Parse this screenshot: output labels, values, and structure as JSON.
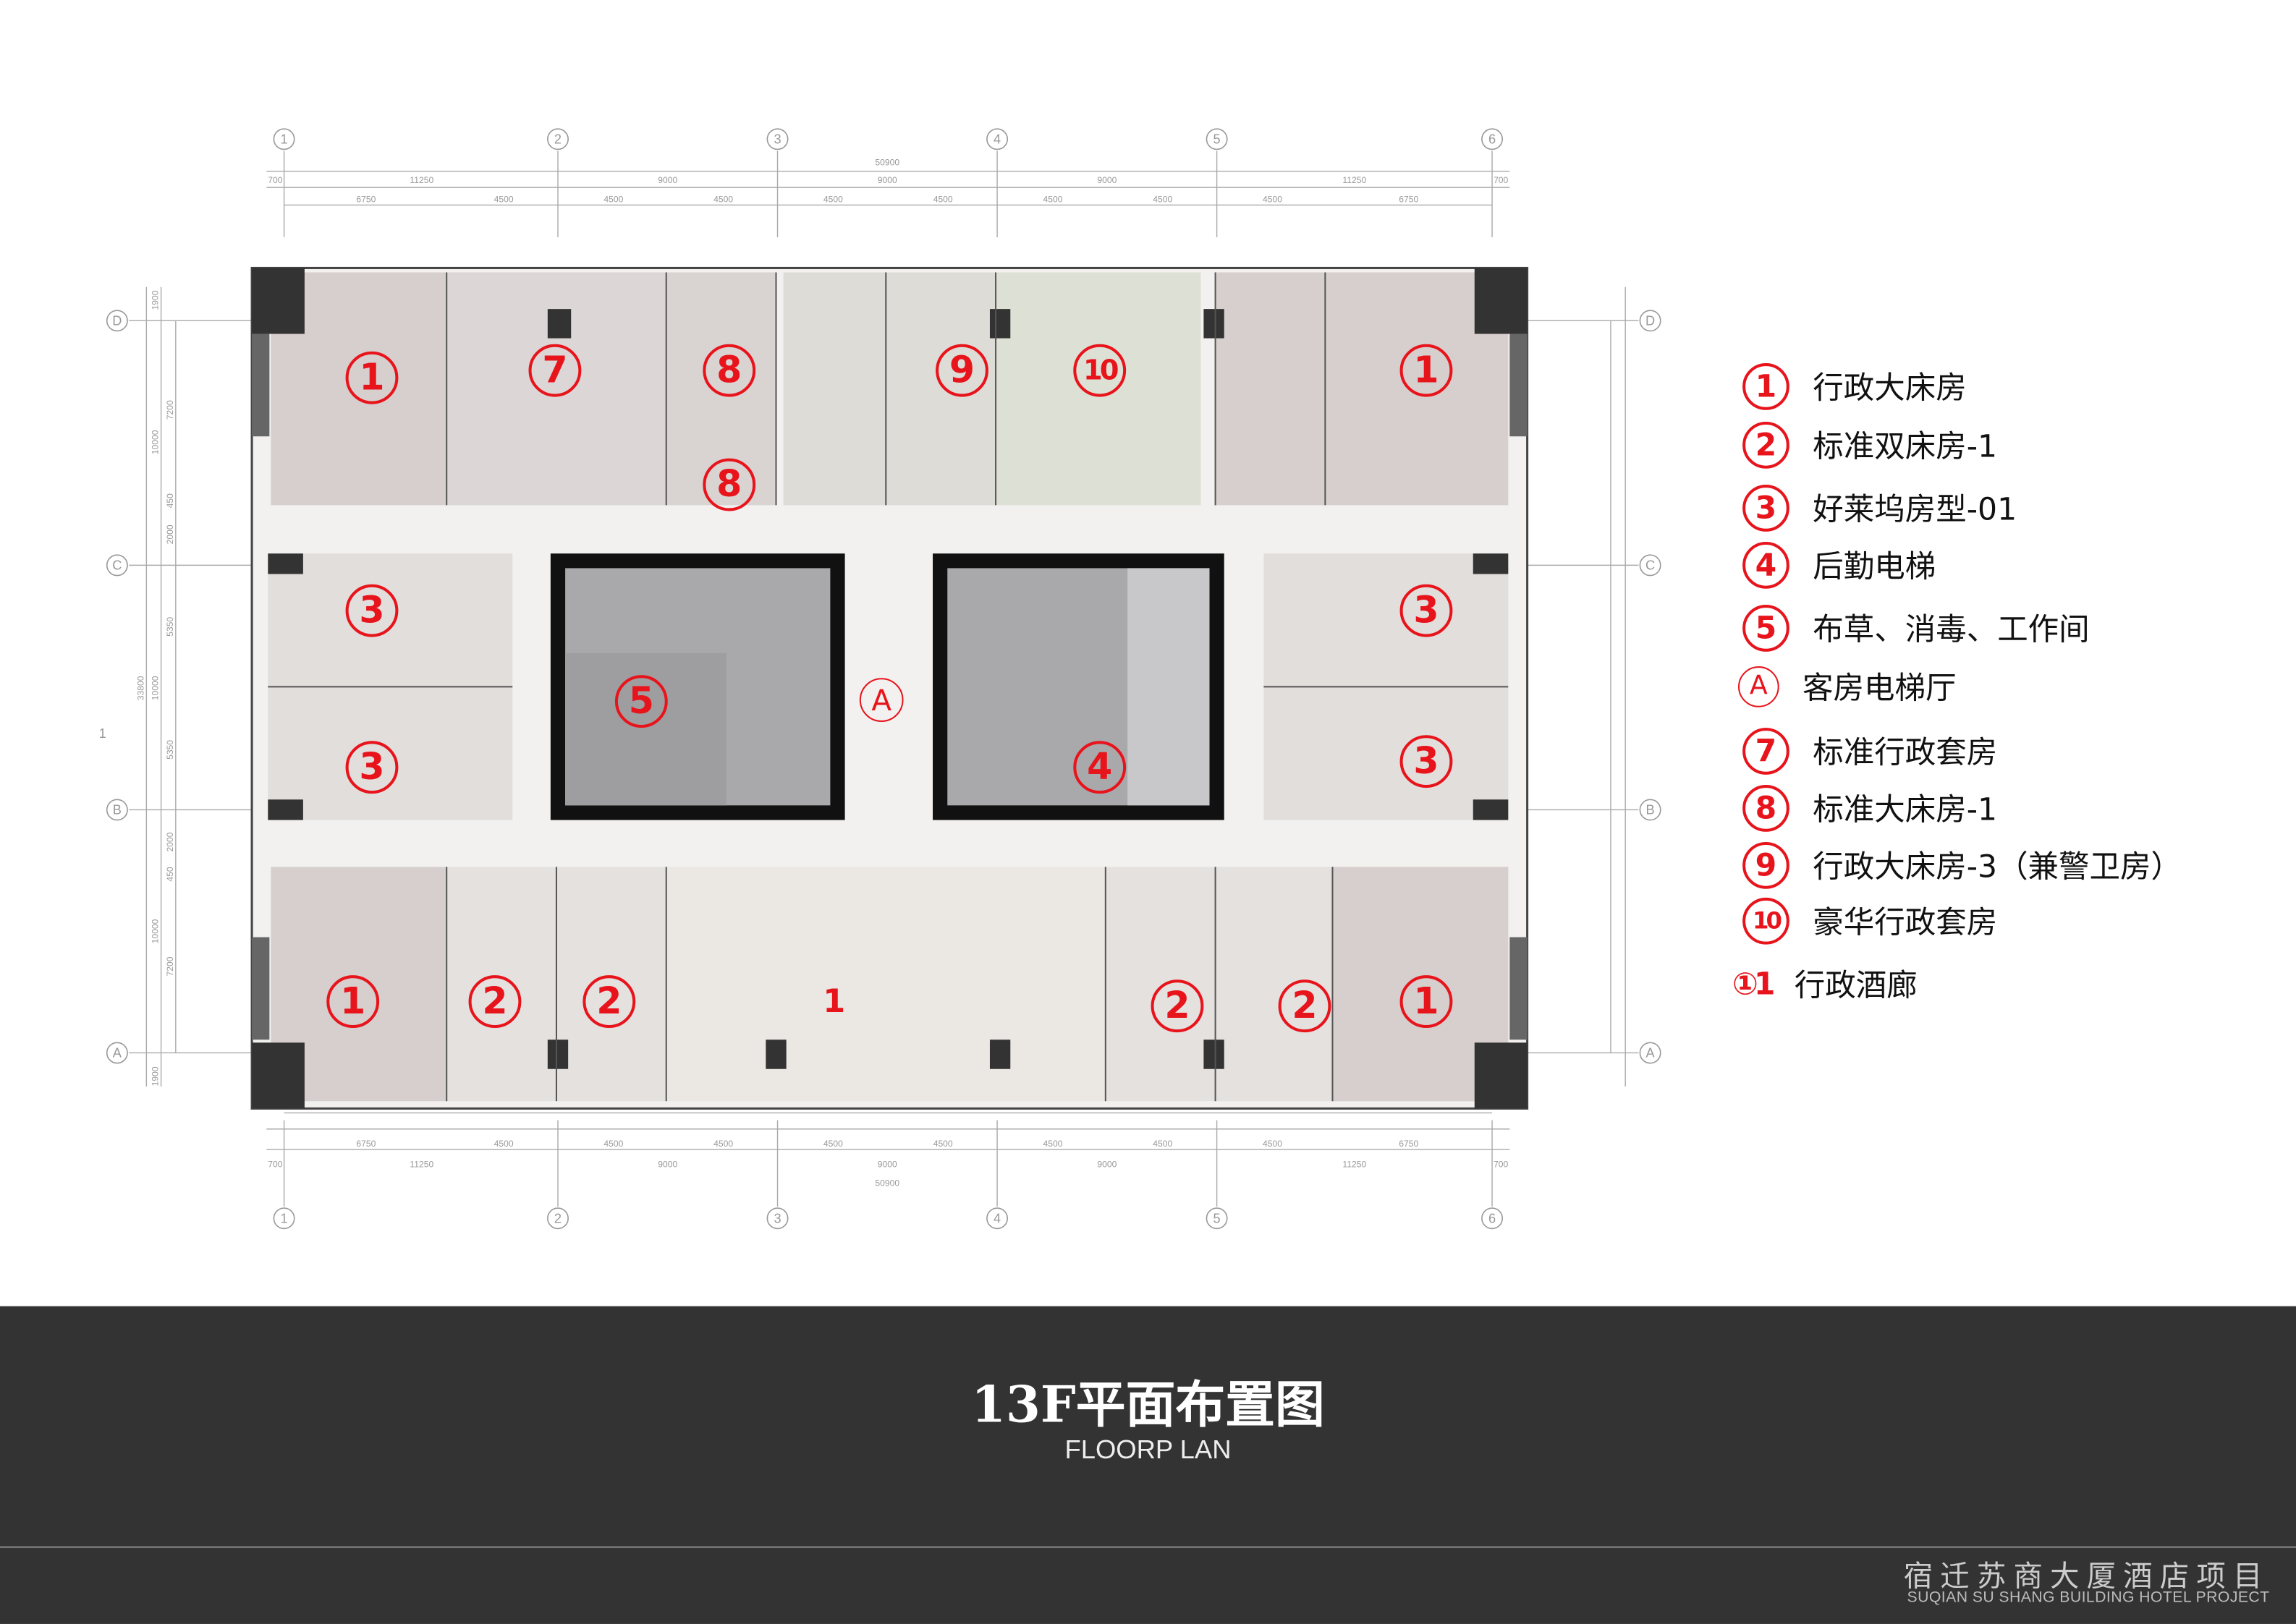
{
  "plan": {
    "grid_columns": [
      "1",
      "2",
      "3",
      "4",
      "5",
      "6"
    ],
    "grid_rows": [
      "D",
      "C",
      "B",
      "A"
    ],
    "dim_overall": "50900",
    "dim_bays": [
      "700",
      "11250",
      "9000",
      "9000",
      "9000",
      "11250",
      "700"
    ],
    "dim_spans": [
      "6750",
      "4500",
      "4500",
      "4500",
      "4500",
      "4500",
      "4500",
      "4500",
      "4500",
      "6750"
    ],
    "dim_left_total": "33800",
    "dim_left_bays": [
      "1900",
      "10000",
      "10000",
      "10000",
      "1900"
    ],
    "dim_left_spans": [
      "7200",
      "450",
      "2000",
      "5350",
      "5350",
      "2000",
      "450",
      "7200"
    ],
    "side_mark": "1",
    "room_markers": {
      "r1a": "1",
      "r7": "7",
      "r8a": "8",
      "r8b": "8",
      "r9": "9",
      "r10": "10",
      "r1b": "1",
      "r3a": "3",
      "r3b": "3",
      "r5": "5",
      "rA": "A",
      "r4": "4",
      "r3c": "3",
      "r3d": "3",
      "r1c": "1",
      "r2a": "2",
      "r2b": "2",
      "r11": "1",
      "r2c": "2",
      "r2d": "2",
      "r1d": "1"
    }
  },
  "legend": [
    {
      "mark": "1",
      "label": "行政大床房"
    },
    {
      "mark": "2",
      "label": "标准双床房-1"
    },
    {
      "mark": "3",
      "label": "好莱坞房型-01"
    },
    {
      "mark": "4",
      "label": "后勤电梯"
    },
    {
      "mark": "5",
      "label": "布草、消毒、工作间"
    },
    {
      "mark": "A",
      "label": "客房电梯厅"
    },
    {
      "mark": "7",
      "label": "标准行政套房"
    },
    {
      "mark": "8",
      "label": "标准大床房-1"
    },
    {
      "mark": "9",
      "label": "行政大床房-3（兼警卫房）"
    },
    {
      "mark": "10",
      "label": "豪华行政套房"
    },
    {
      "mark": "①1",
      "label": "行政酒廊"
    }
  ],
  "footer": {
    "title": "13F平面布置图",
    "subtitle": "FLOORP LAN",
    "project_cn": "宿迁苏商大厦酒店项目",
    "project_en": "SUQIAN SU SHANG BUILDING HOTEL PROJECT"
  },
  "colors": {
    "accent": "#e8141c",
    "band": "#333333"
  }
}
